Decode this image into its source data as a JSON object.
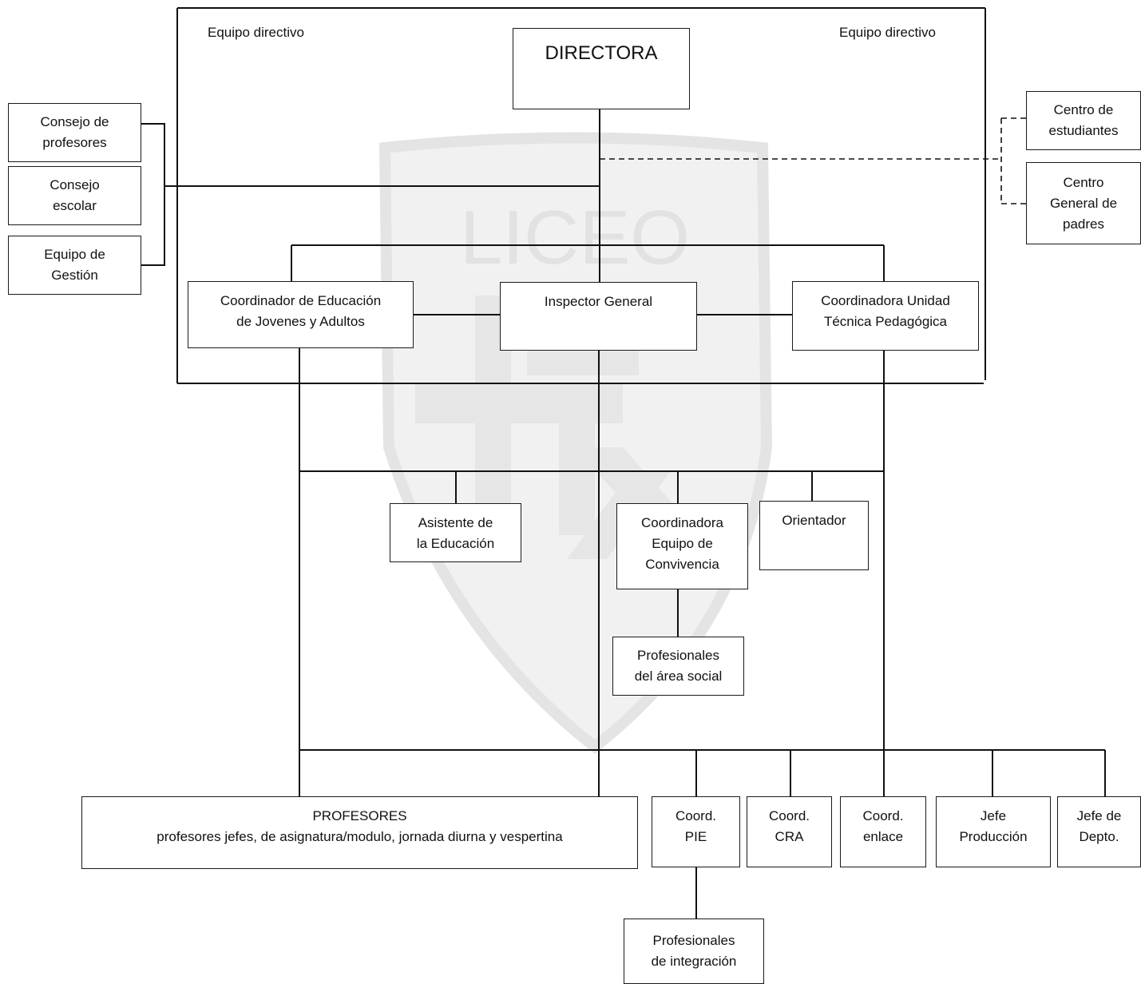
{
  "frame": {
    "label_left": "Equipo directivo",
    "label_right": "Equipo directivo"
  },
  "watermark": {
    "text": "LICEO"
  },
  "nodes": {
    "directora": {
      "lines": [
        "DIRECTORA"
      ]
    },
    "consejo_profesores": {
      "lines": [
        "Consejo de",
        "profesores"
      ]
    },
    "consejo_escolar": {
      "lines": [
        "Consejo",
        "escolar"
      ]
    },
    "equipo_gestion": {
      "lines": [
        "Equipo de",
        "Gestión"
      ]
    },
    "centro_estudiantes": {
      "lines": [
        "Centro de",
        "estudiantes"
      ]
    },
    "centro_padres": {
      "lines": [
        "Centro",
        "General de",
        "padres"
      ]
    },
    "coord_jovenes_adultos": {
      "lines": [
        "Coordinador de Educación",
        "de Jovenes y Adultos"
      ]
    },
    "inspector_general": {
      "lines": [
        "Inspector General"
      ]
    },
    "coord_utp": {
      "lines": [
        "Coordinadora Unidad",
        "Técnica Pedagógica"
      ]
    },
    "asistente_educacion": {
      "lines": [
        "Asistente de",
        "la Educación"
      ]
    },
    "coord_convivencia": {
      "lines": [
        "Coordinadora",
        "Equipo de",
        "Convivencia"
      ]
    },
    "orientador": {
      "lines": [
        "Orientador"
      ]
    },
    "profesionales_social": {
      "lines": [
        "Profesionales",
        "del área social"
      ]
    },
    "profesores": {
      "lines": [
        "PROFESORES",
        "profesores jefes, de asignatura/modulo, jornada diurna y vespertina"
      ]
    },
    "coord_pie": {
      "lines": [
        "Coord.",
        "PIE"
      ]
    },
    "coord_cra": {
      "lines": [
        "Coord.",
        "CRA"
      ]
    },
    "coord_enlace": {
      "lines": [
        "Coord.",
        "enlace"
      ]
    },
    "jefe_produccion": {
      "lines": [
        "Jefe",
        "Producción"
      ]
    },
    "jefe_depto": {
      "lines": [
        "Jefe de",
        "Depto."
      ]
    },
    "profesionales_integracion": {
      "lines": [
        "Profesionales",
        "de integración"
      ]
    }
  }
}
